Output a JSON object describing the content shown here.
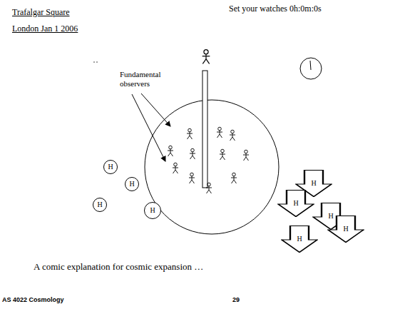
{
  "diagram": {
    "nodes": [
      {
        "text": [
          "H"
        ]
      },
      {
        "text": [
          "H"
        ]
      },
      {
        "text": [
          "H"
        ]
      },
      {
        "text": [
          "H"
        ]
      },
      {
        "text": [
          "H"
        ]
      },
      {
        "text": [
          "H"
        ]
      },
      {
        "text": [
          "H"
        ]
      },
      {
        "text": [
          "H"
        ]
      },
      {
        "text": [
          "H"
        ]
      }
    ],
    "labels": [
      "Trafalgar Square",
      "London Jan 1 2006",
      "Set your watches 0h:0m:0s",
      "Fundamental observers",
      "A comic explanation for cosmic expansion …",
      "AS 4022 Cosmology",
      "29"
    ]
  }
}
